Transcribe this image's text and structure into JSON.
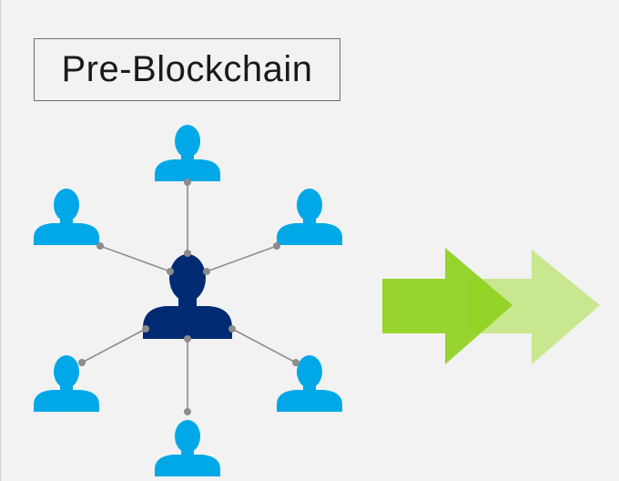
{
  "diagram": {
    "title": "Pre-Blockchain",
    "colors": {
      "background": "#f2f2f2",
      "peer": "#00a8e8",
      "central": "#002b72",
      "connector": "#8c8c8c",
      "arrow_front": "#8fd11e",
      "arrow_back": "#c8e78e"
    },
    "nodes": [
      {
        "id": "central",
        "role": "central-authority"
      },
      {
        "id": "top",
        "role": "peer"
      },
      {
        "id": "upper-left",
        "role": "peer"
      },
      {
        "id": "upper-right",
        "role": "peer"
      },
      {
        "id": "lower-left",
        "role": "peer"
      },
      {
        "id": "lower-right",
        "role": "peer"
      },
      {
        "id": "bottom",
        "role": "peer"
      }
    ],
    "edges": [
      [
        "central",
        "top"
      ],
      [
        "central",
        "upper-left"
      ],
      [
        "central",
        "upper-right"
      ],
      [
        "central",
        "lower-left"
      ],
      [
        "central",
        "lower-right"
      ],
      [
        "central",
        "bottom"
      ]
    ]
  }
}
